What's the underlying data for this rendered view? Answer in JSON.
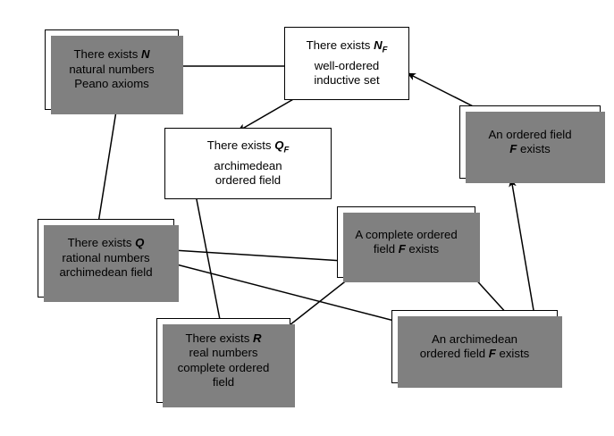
{
  "diagram": {
    "title": "Existence of number systems implication diagram",
    "background_color": "#ffffff",
    "box_border_color": "#000000",
    "box_fill_color": "#ffffff",
    "shadow_color": "#808080",
    "arrow_color": "#000000",
    "nodes": [
      {
        "id": "N",
        "line1": "There exists ",
        "symbol": "N",
        "sub": "",
        "line2": "natural numbers",
        "line3": "Peano axioms",
        "line4": "",
        "text": "There exists N\nnatural numbers\nPeano axioms"
      },
      {
        "id": "NF",
        "line1": "There exists ",
        "symbol": "N",
        "sub": "F",
        "line2": "well-ordered",
        "line3": "inductive set",
        "line4": "",
        "text": "There exists N_F\nwell-ordered\ninductive set"
      },
      {
        "id": "QF",
        "line1": "There exists ",
        "symbol": "Q",
        "sub": "F",
        "line2": "archimedean",
        "line3": "ordered field",
        "line4": "",
        "text": "There exists Q_F\narchimedean\nordered field"
      },
      {
        "id": "OF",
        "line1": "An ordered field",
        "symbol": "F",
        "sub": "",
        "line2": " exists",
        "line3": "",
        "line4": "",
        "text": "An ordered field\nF exists"
      },
      {
        "id": "Q",
        "line1": "There exists ",
        "symbol": "Q",
        "sub": "",
        "line2": "rational numbers",
        "line3": "archimedean field",
        "line4": "",
        "text": "There exists Q\nrational numbers\narchimedean field"
      },
      {
        "id": "COF",
        "line1": "A complete ordered",
        "symbol": "F",
        "sub": "",
        "line2": "field ",
        "line3": " exists",
        "line4": "",
        "text": "A complete ordered\nfield F exists"
      },
      {
        "id": "R",
        "line1": "There exists ",
        "symbol": "R",
        "sub": "",
        "line2": "real numbers",
        "line3": "complete ordered",
        "line4": "field",
        "text": "There exists R\nreal numbers\ncomplete ordered\nfield"
      },
      {
        "id": "AOF",
        "line1": "An archimedean",
        "symbol": "F",
        "sub": "",
        "line2": "ordered field ",
        "line3": " exists",
        "line4": "",
        "text": "An archimedean\nordered field F exists"
      }
    ],
    "edges": [
      {
        "from": "NF",
        "to": "N",
        "label": ""
      },
      {
        "from": "NF",
        "to": "QF",
        "label": ""
      },
      {
        "from": "OF",
        "to": "NF",
        "label": ""
      },
      {
        "from": "N",
        "to": "Q",
        "label": ""
      },
      {
        "from": "QF",
        "to": "R",
        "label": ""
      },
      {
        "from": "Q",
        "to": "COF",
        "label": ""
      },
      {
        "from": "Q",
        "to": "AOF",
        "label": ""
      },
      {
        "from": "AOF",
        "to": "COF",
        "label": ""
      },
      {
        "from": "AOF",
        "to": "OF",
        "label": ""
      },
      {
        "from": "COF",
        "to": "R",
        "label": ""
      }
    ]
  }
}
